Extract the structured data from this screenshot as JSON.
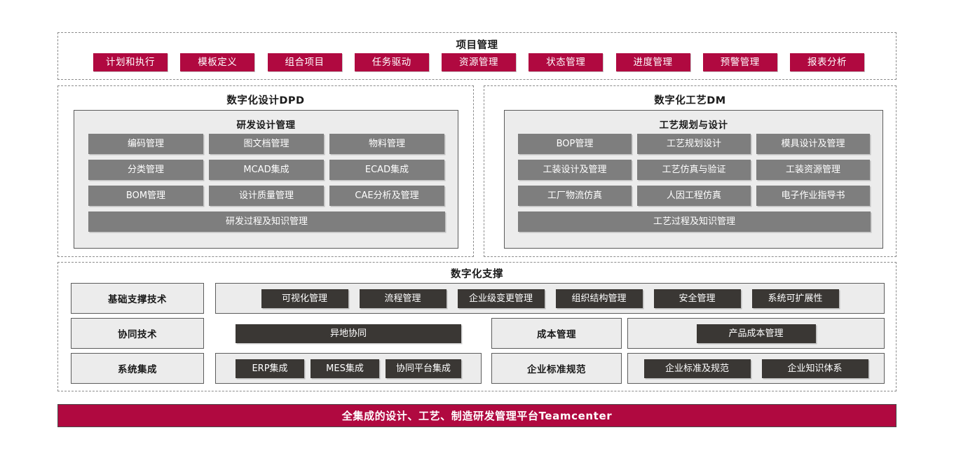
{
  "project_management": {
    "title": "项目管理",
    "items": [
      {
        "label": "计划和执行"
      },
      {
        "label": "模板定义"
      },
      {
        "label": "组合项目"
      },
      {
        "label": "任务驱动"
      },
      {
        "label": "资源管理"
      },
      {
        "label": "状态管理"
      },
      {
        "label": "进度管理"
      },
      {
        "label": "预警管理"
      },
      {
        "label": "报表分析"
      }
    ]
  },
  "dpd": {
    "title": "数字化设计DPD",
    "group_title": "研发设计管理",
    "rows": [
      [
        "编码管理",
        "图文档管理",
        "物料管理"
      ],
      [
        "分类管理",
        "MCAD集成",
        "ECAD集成"
      ],
      [
        "BOM管理",
        "设计质量管理",
        "CAE分析及管理"
      ]
    ],
    "footer_item": "研发过程及知识管理"
  },
  "dm": {
    "title": "数字化工艺DM",
    "group_title": "工艺规划与设计",
    "rows": [
      [
        "BOP管理",
        "工艺规划设计",
        "模具设计及管理"
      ],
      [
        "工装设计及管理",
        "工艺仿真与验证",
        "工装资源管理"
      ],
      [
        "工厂物流仿真",
        "人因工程仿真",
        "电子作业指导书"
      ]
    ],
    "footer_item": "工艺过程及知识管理"
  },
  "support": {
    "title": "数字化支撑",
    "rows": [
      {
        "label": "基础支撑技术",
        "span_full": true,
        "items": [
          "可视化管理",
          "流程管理",
          "企业级变更管理",
          "组织结构管理",
          "安全管理",
          "系统可扩展性"
        ]
      },
      {
        "label": "协同技术",
        "span_full": false,
        "bare_track": true,
        "items": [
          "异地协同"
        ],
        "mid_label": "成本管理",
        "right_items": [
          "产品成本管理"
        ]
      },
      {
        "label": "系统集成",
        "span_full": false,
        "bare_track": false,
        "items": [
          "ERP集成",
          "MES集成",
          "协同平台集成"
        ],
        "mid_label": "企业标准规范",
        "right_items": [
          "企业标准及规范",
          "企业知识体系"
        ]
      }
    ]
  },
  "footer": {
    "label": "全集成的设计、工艺、制造研发管理平台Teamcenter"
  },
  "colors": {
    "accent": "#b00940",
    "chip_grey": "#7e7e7e",
    "chip_dark": "#3a3734",
    "panel_light": "#ececec",
    "border": "#5c5c5c"
  }
}
